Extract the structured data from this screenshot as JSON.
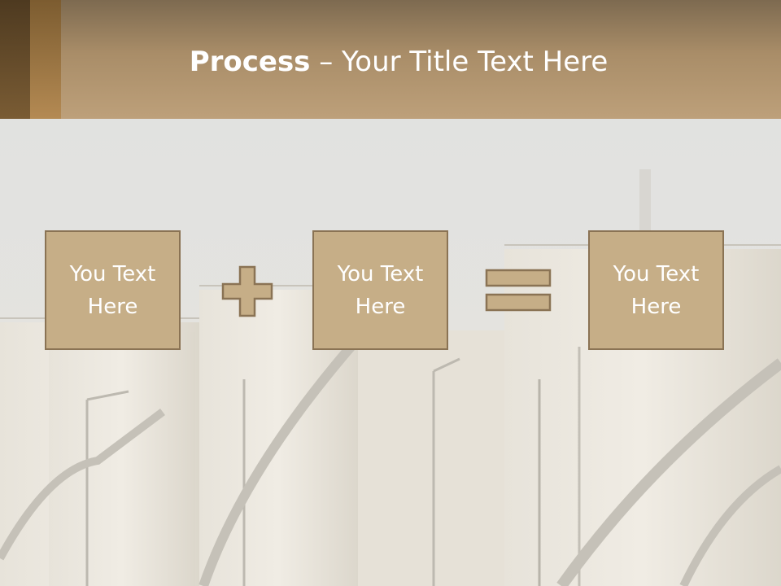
{
  "slide": {
    "title_bold": "Process",
    "title_rest": " – Your Title Text Here"
  },
  "boxes": [
    {
      "label": "You Text Here"
    },
    {
      "label": "You Text Here"
    },
    {
      "label": "You Text Here"
    }
  ],
  "operators": {
    "first": "plus-icon",
    "second": "equals-icon"
  },
  "colors": {
    "header": "#b39672",
    "box_fill": "#c6ae87",
    "box_border": "#8a7354",
    "background": "#e4e3df"
  }
}
